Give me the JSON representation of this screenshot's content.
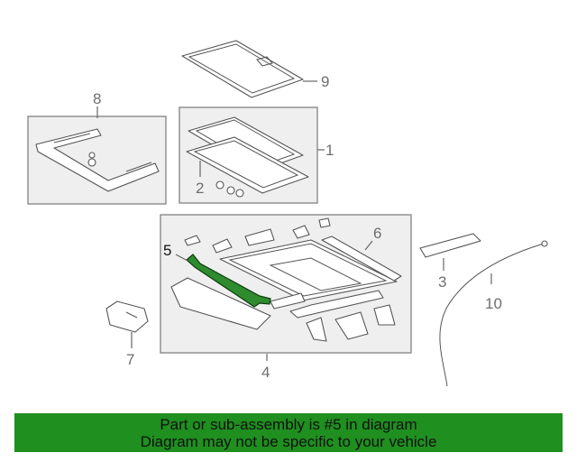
{
  "callouts": {
    "c1": "1",
    "c2": "2",
    "c3": "3",
    "c4": "4",
    "c5": "5",
    "c6": "6",
    "c7": "7",
    "c8": "8",
    "c9": "9",
    "c10": "10"
  },
  "highlighted_part": "5",
  "colors": {
    "highlight": "#2e8b2e",
    "banner": "#1f8f1f",
    "box_fill": "#efefef"
  },
  "banner": {
    "line1": "Part or sub-assembly is #5 in diagram",
    "line2": "Diagram may not be specific to your vehicle"
  }
}
